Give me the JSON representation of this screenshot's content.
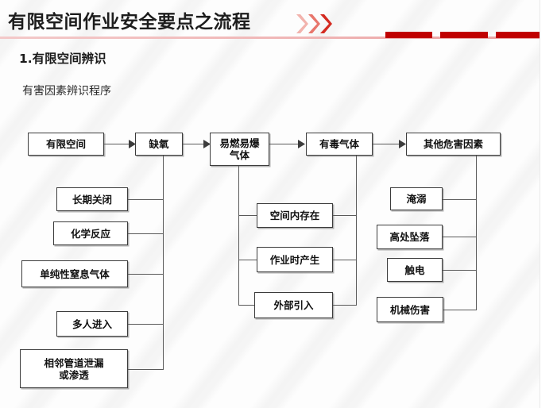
{
  "header": {
    "title": "有限空间作业安全要点之流程",
    "chevron_icon": "double-chevron-right-icon",
    "accent_color": "#c00000",
    "rule_color": "#efb5b5"
  },
  "section": {
    "number_heading": "1.有限空间辨识",
    "subheading": "有害因素辨识程序"
  },
  "flowchart": {
    "top_row": [
      {
        "id": "confined-space",
        "label": "有限空间"
      },
      {
        "id": "oxygen-deficiency",
        "label": "缺氧"
      },
      {
        "id": "flammable-explosive-gas",
        "label": "易燃易爆\n气体"
      },
      {
        "id": "toxic-gas",
        "label": "有毒气体"
      },
      {
        "id": "other-hazards",
        "label": "其他危害因素"
      }
    ],
    "oxygen_branches": [
      {
        "id": "long-term-closure",
        "label": "长期关闭"
      },
      {
        "id": "chemical-reaction",
        "label": "化学反应"
      },
      {
        "id": "simple-asphyxiant-gas",
        "label": "单纯性窒息气体"
      },
      {
        "id": "multiple-entrants",
        "label": "多人进入"
      },
      {
        "id": "adjacent-pipe-leak",
        "label": "相邻管道泄漏\n或渗透"
      }
    ],
    "gas_source_branches": [
      {
        "id": "existing-in-space",
        "label": "空间内存在"
      },
      {
        "id": "generated-during-work",
        "label": "作业时产生"
      },
      {
        "id": "externally-introduced",
        "label": "外部引入"
      }
    ],
    "other_hazard_branches": [
      {
        "id": "drowning",
        "label": "淹溺"
      },
      {
        "id": "fall-from-height",
        "label": "高处坠落"
      },
      {
        "id": "electric-shock",
        "label": "触电"
      },
      {
        "id": "mechanical-injury",
        "label": "机械伤害"
      }
    ]
  }
}
